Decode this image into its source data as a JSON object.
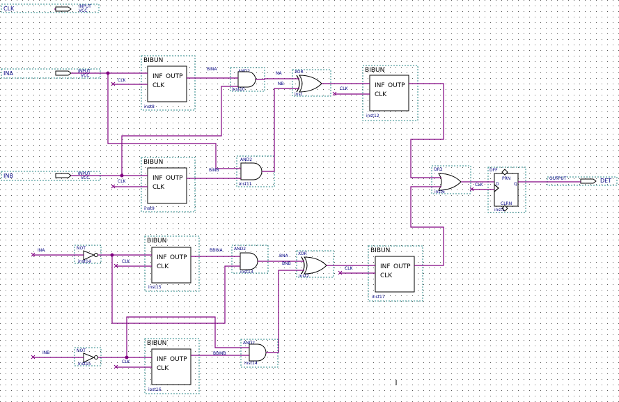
{
  "colors": {
    "wire": "#800080",
    "label": "#000080",
    "grid": "#000000",
    "dashed": "#2e8b8b"
  },
  "top_input": {
    "name": "CLK",
    "tag1": "INPUT",
    "tag2": "VCC"
  },
  "inputs": [
    {
      "name": "INA",
      "tag1": "INPUT",
      "tag2": "VCC"
    },
    {
      "name": "INB",
      "tag1": "INPUT",
      "tag2": "VCC"
    }
  ],
  "not_inputs": [
    {
      "name": "INA",
      "gate": "NOT",
      "inst": "inst14"
    },
    {
      "name": "INB",
      "gate": "NOT",
      "inst": "inst15"
    }
  ],
  "bibuns": [
    {
      "title": "BIBUN",
      "port_in": "INF",
      "port_out": "OUTP",
      "port_clk": "CLK",
      "inst": "inst8",
      "clk_net": "CLK"
    },
    {
      "title": "BIBUN",
      "port_in": "INF",
      "port_out": "OUTP",
      "port_clk": "CLK",
      "inst": "inst9",
      "clk_net": "CLK"
    },
    {
      "title": "BIBUN",
      "port_in": "INF",
      "port_out": "OUTP",
      "port_clk": "CLK",
      "inst": "inst12",
      "clk_net": "CLK"
    },
    {
      "title": "BIBUN",
      "port_in": "INF",
      "port_out": "OUTP",
      "port_clk": "CLK",
      "inst": "inst15",
      "clk_net": "CLK"
    },
    {
      "title": "BIBUN",
      "port_in": "INF",
      "port_out": "OUTP",
      "port_clk": "CLK",
      "inst": "inst16",
      "clk_net": "CLK"
    },
    {
      "title": "BIBUN",
      "port_in": "INF",
      "port_out": "OUTP",
      "port_clk": "CLK",
      "inst": "inst17",
      "clk_net": "CLK"
    }
  ],
  "gates": [
    {
      "type": "AND2",
      "inst": "inst10"
    },
    {
      "type": "AND2",
      "inst": "inst11"
    },
    {
      "type": "XOR",
      "inst": "inst"
    },
    {
      "type": "AND2",
      "inst": "inst13"
    },
    {
      "type": "AND2",
      "inst": "inst14"
    },
    {
      "type": "XOR",
      "inst": "inst2"
    },
    {
      "type": "OR2",
      "inst": "inst6"
    }
  ],
  "nets": {
    "bina": "BINA",
    "binb": "BINB",
    "na": "NA",
    "nb": "NB",
    "bbina": "BBINA",
    "bbinb": "BBINB",
    "bna": "BNA",
    "bnb": "BNB"
  },
  "dff": {
    "type": "DFF",
    "prn": "PRN",
    "d": "D",
    "q": "Q",
    "clrn": "CLRN",
    "inst": "inst1",
    "clk_net": "CLK"
  },
  "output": {
    "tag": "OUTPUT",
    "name": "DET"
  }
}
